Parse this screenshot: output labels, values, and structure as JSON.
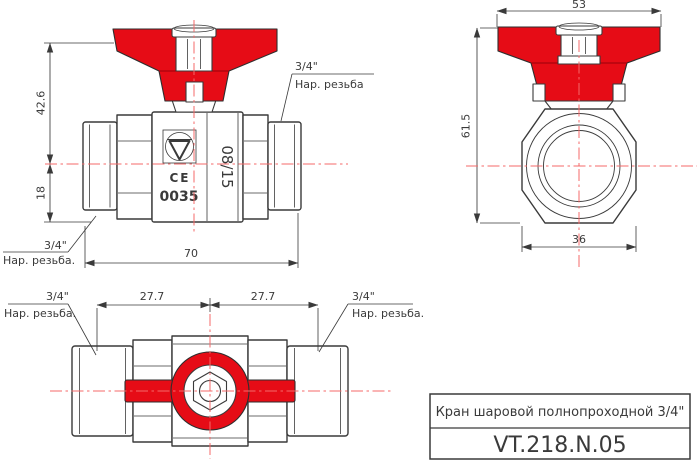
{
  "drawing_type": "ball valve technical drawing",
  "colors": {
    "handle_red": "#e60c16",
    "centerline_red": "#f46a6a",
    "line": "#3a3a3a",
    "background": "#ffffff"
  },
  "front_view": {
    "dim_height_upper": "42.6",
    "dim_height_lower": "18",
    "dim_length": "70",
    "label_right_size": "3/4\"",
    "label_right_text": "Нар. резьба",
    "label_left_size": "3/4\"",
    "label_left_text": "Нар. резьба.",
    "marking_date": "08/15",
    "marking_ce": "CE",
    "marking_number": "0035"
  },
  "side_view": {
    "dim_width": "53",
    "dim_height": "61.5",
    "dim_flats": "36"
  },
  "top_view": {
    "dim_left": "27.7",
    "dim_right": "27.7",
    "label_left_size": "3/4\"",
    "label_left_text": "Нар. резьба.",
    "label_right_size": "3/4\"",
    "label_right_text": "Нар. резьба."
  },
  "title_block": {
    "name": "Кран шаровой полнопроходной 3/4\"",
    "code": "VT.218.N.05"
  }
}
